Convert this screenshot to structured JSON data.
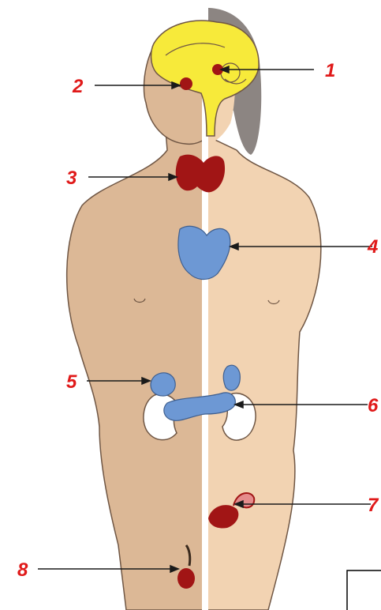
{
  "colors": {
    "skin_left": "#dcb896",
    "skin_right": "#f2d3b2",
    "outline": "#6f5644",
    "hair": "#8c8582",
    "brain": "#f7ea3a",
    "gland_red": "#a11515",
    "gland_blue": "#6d98d4",
    "kidney": "#ffffff",
    "label": "#e01a1a",
    "divider": "#ffffff"
  },
  "labels": [
    {
      "id": "label-1",
      "text": "1"
    },
    {
      "id": "label-2",
      "text": "2"
    },
    {
      "id": "label-3",
      "text": "3"
    },
    {
      "id": "label-4",
      "text": "4"
    },
    {
      "id": "label-5",
      "text": "5"
    },
    {
      "id": "label-6",
      "text": "6"
    },
    {
      "id": "label-7",
      "text": "7"
    },
    {
      "id": "label-8",
      "text": "8"
    }
  ]
}
